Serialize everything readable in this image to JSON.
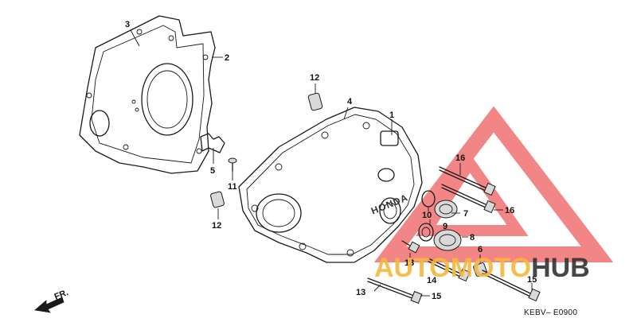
{
  "diagram": {
    "callouts": {
      "p1": "1",
      "p2": "2",
      "p3": "3",
      "p4": "4",
      "p5": "5",
      "p6": "6",
      "p7": "7",
      "p8": "8",
      "p9": "9",
      "p10": "10",
      "p11": "11",
      "p12a": "12",
      "p12b": "12",
      "p13a": "13",
      "p13b": "13",
      "p14": "14",
      "p15a": "15",
      "p15b": "15",
      "p16a": "16",
      "p16b": "16"
    },
    "case_brand": "HONDA",
    "code_label": "KEBV– E0900",
    "direction_label": "FR."
  },
  "watermark": {
    "text_orange": "AUTOMOTO",
    "text_dark": "HUB",
    "color_triangle": "#f07070",
    "color_orange": "#f6b73c",
    "color_dark": "#333333"
  }
}
